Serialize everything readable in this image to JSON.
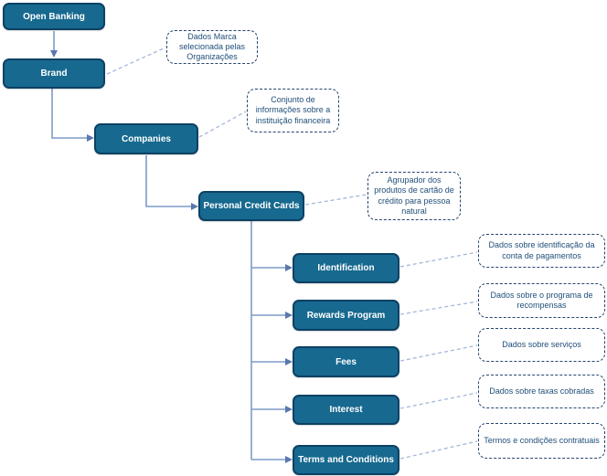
{
  "diagram": {
    "colors": {
      "node_fill": "#17698F",
      "node_border": "#0C4165",
      "node_text": "#FFFFFF",
      "note_border": "#26456F",
      "note_text": "#1F4E79",
      "tree_line": "#7E9BC9",
      "arrowhead": "#5878AE",
      "note_link_line": "#A3B8DA",
      "background": "#FFFFFF"
    },
    "nodes": [
      {
        "id": "open-banking",
        "label": "Open Banking"
      },
      {
        "id": "brand",
        "label": "Brand",
        "note": "Dados Marca selecionada pelas Organizações"
      },
      {
        "id": "companies",
        "label": "Companies",
        "note": "Conjunto de informações sobre a instituição financeira"
      },
      {
        "id": "personal-credit-cards",
        "label": "Personal Credit Cards",
        "note": "Agrupador dos produtos de cartão de crédito para pessoa natural"
      },
      {
        "id": "identification",
        "label": "Identification",
        "note": "Dados sobre identificação da conta de pagamentos"
      },
      {
        "id": "rewards-program",
        "label": "Rewards Program",
        "note": "Dados sobre o programa de recompensas"
      },
      {
        "id": "fees",
        "label": "Fees",
        "note": "Dados sobre serviços"
      },
      {
        "id": "interest",
        "label": "Interest",
        "note": "Dados sobre taxas cobradas"
      },
      {
        "id": "terms-and-conditions",
        "label": "Terms and Conditions",
        "note": "Termos e condições contratuais"
      }
    ]
  }
}
